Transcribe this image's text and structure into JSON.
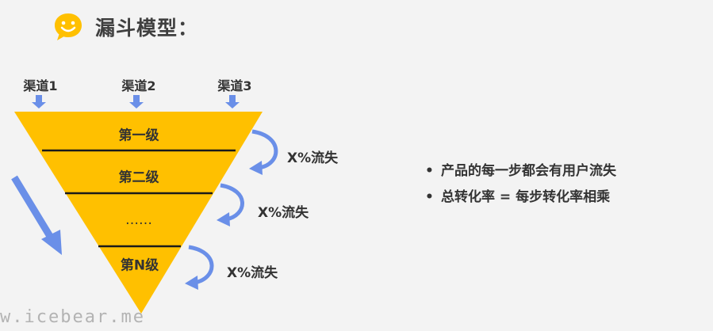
{
  "title": "漏斗模型：",
  "channels": [
    "渠道1",
    "渠道2",
    "渠道3"
  ],
  "levels": [
    "第一级",
    "第二级",
    "……",
    "第N级"
  ],
  "loss_labels": [
    "X%流失",
    "X%流失",
    "X%流失"
  ],
  "bullets": [
    "产品的每一步都会有用户流失",
    "总转化率 = 每步转化率相乘"
  ],
  "watermark": "w.icebear.me",
  "colors": {
    "funnel": "#ffc000",
    "arrow_blue": "#6a8fe8",
    "logo": "#ffc000",
    "text": "#333333"
  }
}
